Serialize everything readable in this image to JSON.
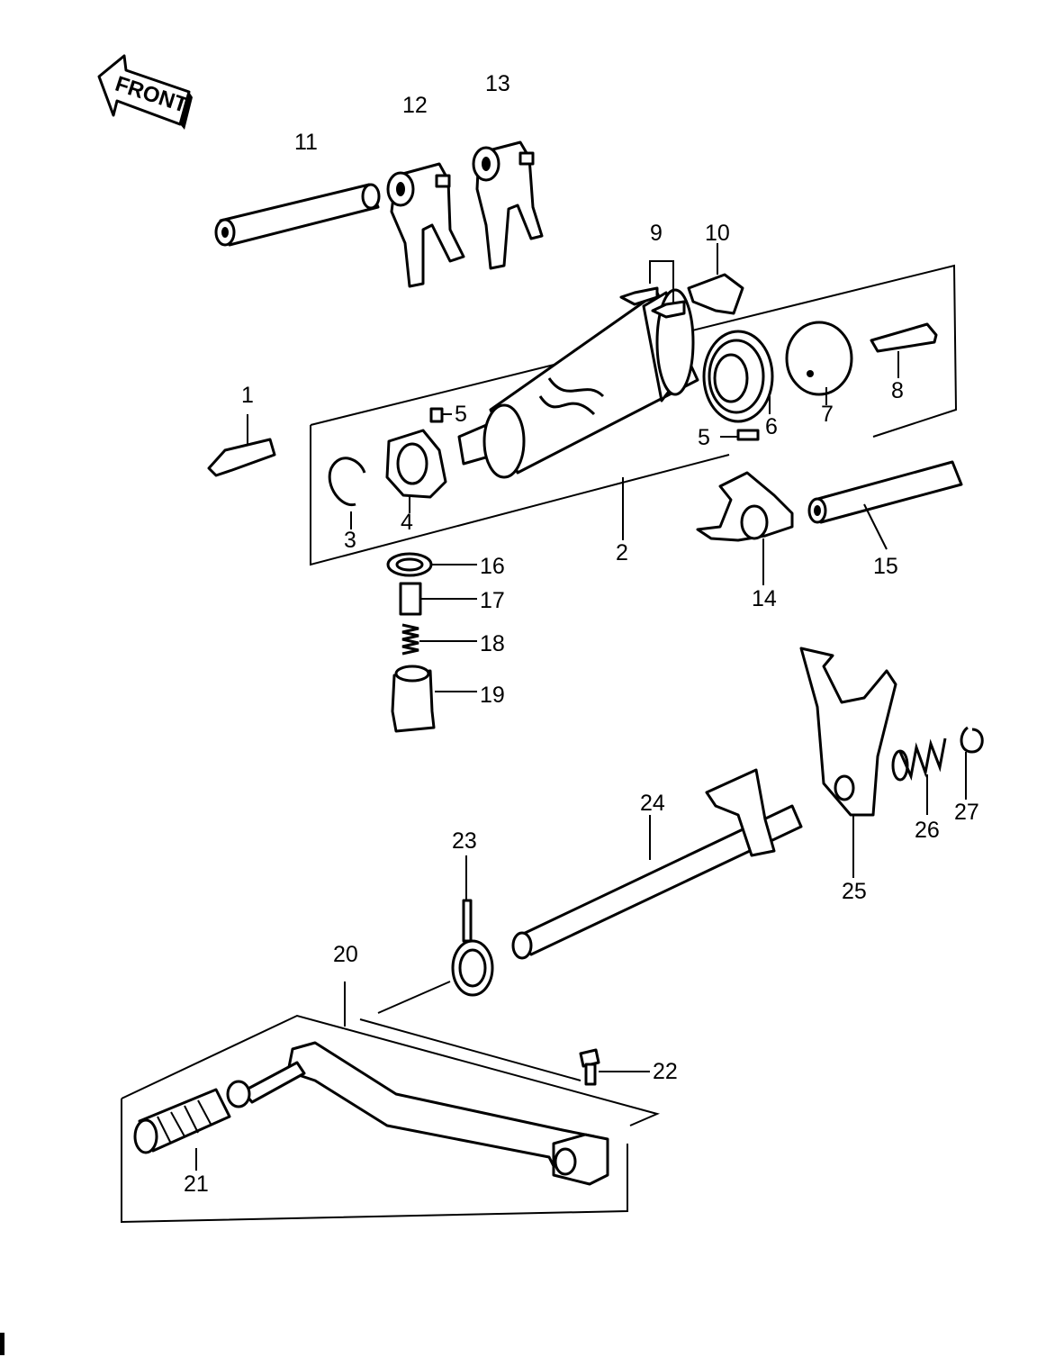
{
  "front_arrow": {
    "label": "FRONT"
  },
  "callouts": [
    {
      "id": "c1",
      "text": "1"
    },
    {
      "id": "c2",
      "text": "2"
    },
    {
      "id": "c3",
      "text": "3"
    },
    {
      "id": "c4",
      "text": "4"
    },
    {
      "id": "c5a",
      "text": "5"
    },
    {
      "id": "c5b",
      "text": "5"
    },
    {
      "id": "c6",
      "text": "6"
    },
    {
      "id": "c7",
      "text": "7"
    },
    {
      "id": "c8",
      "text": "8"
    },
    {
      "id": "c9",
      "text": "9"
    },
    {
      "id": "c10",
      "text": "10"
    },
    {
      "id": "c11",
      "text": "11"
    },
    {
      "id": "c12",
      "text": "12"
    },
    {
      "id": "c13",
      "text": "13"
    },
    {
      "id": "c14",
      "text": "14"
    },
    {
      "id": "c15",
      "text": "15"
    },
    {
      "id": "c16",
      "text": "16"
    },
    {
      "id": "c17",
      "text": "17"
    },
    {
      "id": "c18",
      "text": "18"
    },
    {
      "id": "c19",
      "text": "19"
    },
    {
      "id": "c20",
      "text": "20"
    },
    {
      "id": "c21",
      "text": "21"
    },
    {
      "id": "c22",
      "text": "22"
    },
    {
      "id": "c23",
      "text": "23"
    },
    {
      "id": "c24",
      "text": "24"
    },
    {
      "id": "c25",
      "text": "25"
    },
    {
      "id": "c26",
      "text": "26"
    },
    {
      "id": "c27",
      "text": "27"
    }
  ]
}
